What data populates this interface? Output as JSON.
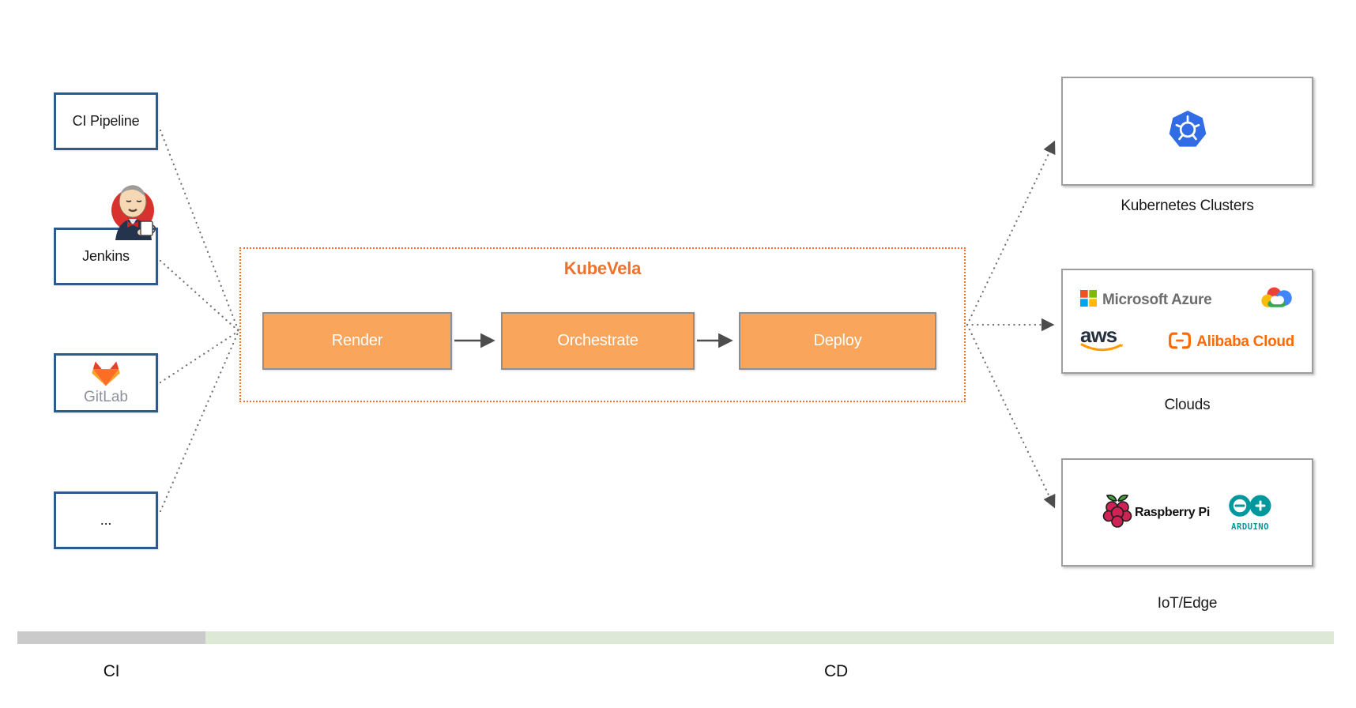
{
  "sources": {
    "items": [
      {
        "label": "CI Pipeline"
      },
      {
        "label": "Jenkins"
      },
      {
        "label": "GitLab"
      },
      {
        "label": "..."
      }
    ]
  },
  "kubevela": {
    "title": "KubeVela",
    "stages": [
      {
        "label": "Render"
      },
      {
        "label": "Orchestrate"
      },
      {
        "label": "Deploy"
      }
    ]
  },
  "targets": {
    "kubernetes": {
      "label": "Kubernetes Clusters"
    },
    "clouds": {
      "label": "Clouds",
      "azure_text": "Microsoft Azure",
      "aws_text": "aws",
      "alibaba_text": "Alibaba Cloud"
    },
    "iot": {
      "label": "IoT/Edge",
      "raspberry_text": "Raspberry Pi",
      "arduino_text": "ARDUINO"
    }
  },
  "footer": {
    "ci": "CI",
    "cd": "CD"
  },
  "colors": {
    "accent_orange": "#F1702A",
    "stage_fill": "#F9A55C",
    "source_border_blue": "#2E5A8C",
    "bar_gray": "#CACACA",
    "bar_green": "#DDE9D4",
    "kubernetes_blue": "#326CE5",
    "arduino_teal": "#00979D",
    "alibaba_orange": "#FF6A00",
    "gitlab_orange": "#FC6D26",
    "aws_smile_orange": "#FF9900"
  }
}
